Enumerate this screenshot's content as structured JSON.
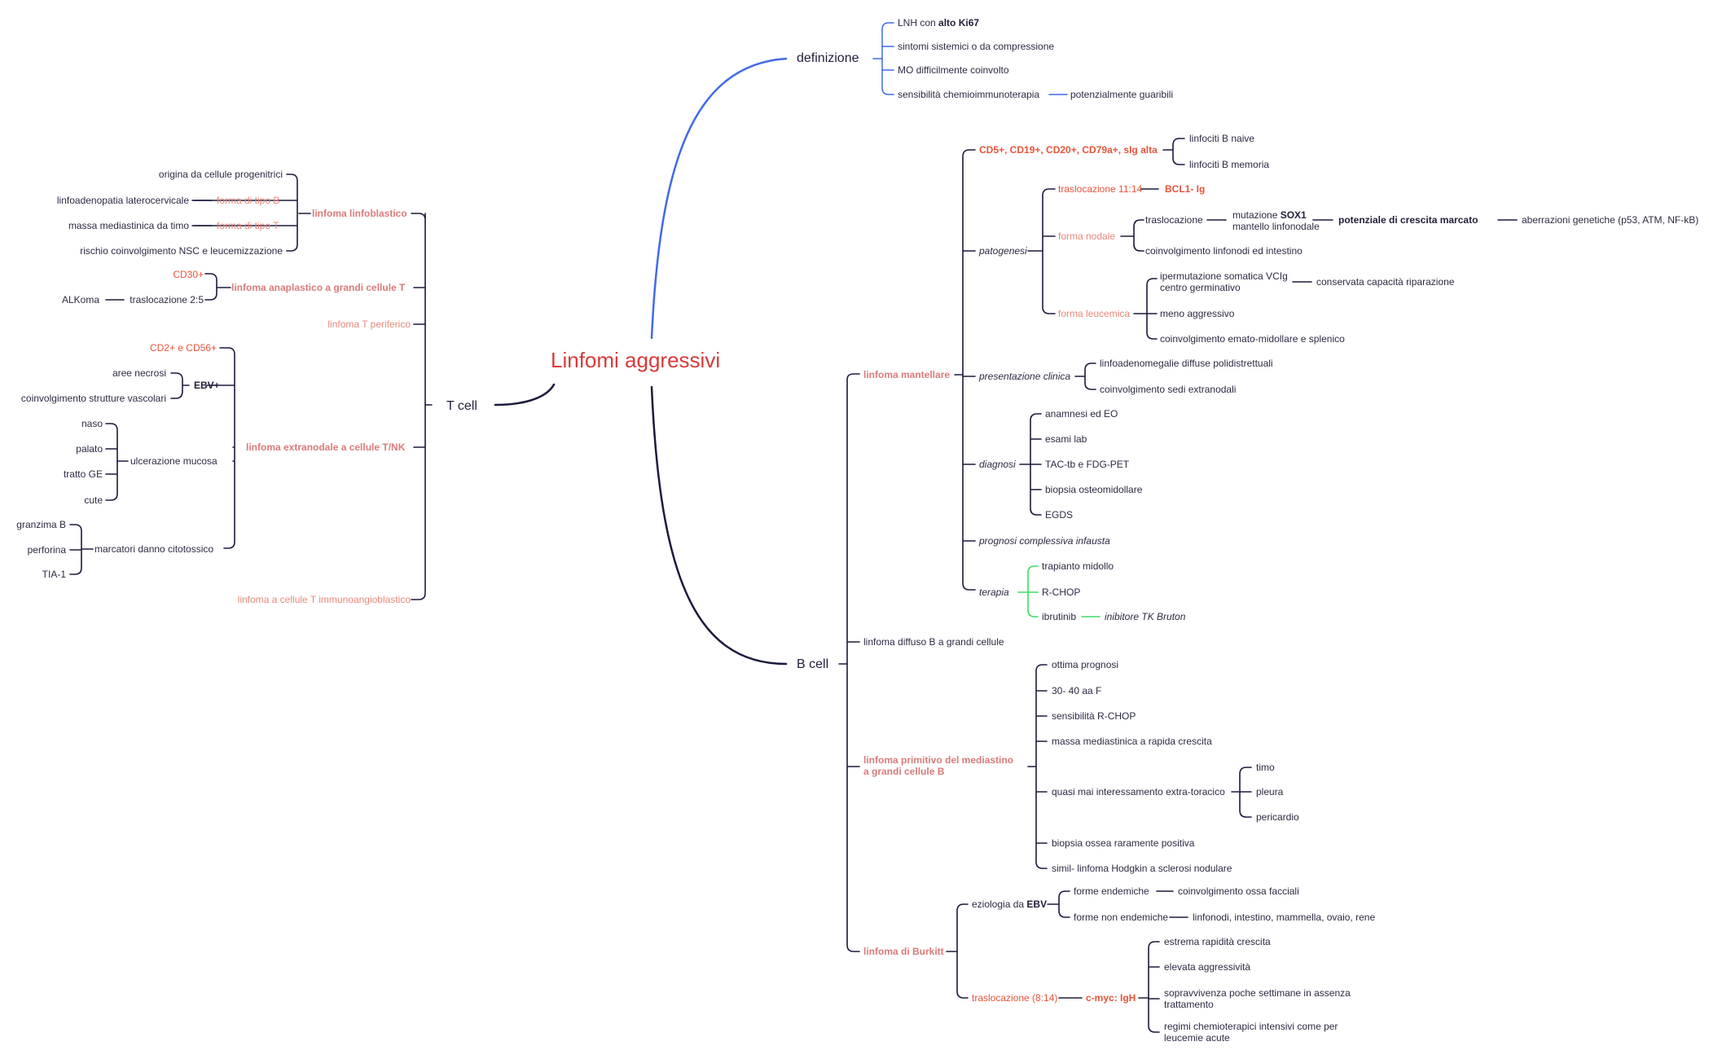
{
  "colors": {
    "navy": "#1b1b3d",
    "blue": "#4169e8",
    "green": "#3ddc60",
    "root": "#d63b3b",
    "salmon": "#e8887a",
    "red": "#e8543a"
  },
  "root": "Linfomi aggressivi",
  "definizione": {
    "title": "definizione",
    "items": [
      "LNH con",
      "alto Ki67",
      "sintomi sistemici o da compressione",
      "MO difficilmente coinvolto",
      "sensibilità chemioimmunoterapia",
      "potenzialmente guaribili"
    ]
  },
  "tcell": {
    "title": "T cell",
    "linfoblastico": {
      "title": "linfoma linfoblastico",
      "origine": "origina da cellule progenitrici",
      "tipoB": "forma di tipo B",
      "tipoB_detail": "linfoadenopatia laterocervicale",
      "tipoT": "forma di tipo T",
      "tipoT_detail": "massa mediastinica da timo",
      "rischio": "rischio coinvolgimento NSC e leucemizzazione"
    },
    "anaplastico": {
      "title": "linfoma anaplastico a grandi cellule T",
      "cd": "CD30+",
      "trasl": "traslocazione 2:5",
      "alk": "ALKoma"
    },
    "periferico": "linfoma T periferico",
    "extranodale": {
      "title": "linfoma extranodale a cellule T/NK",
      "cd": "CD2+ e CD56+",
      "ebv": "EBV+",
      "ebv_items": [
        "aree necrosi",
        "coinvolgimento strutture vascolari"
      ],
      "ulcerazione": "ulcerazione mucosa",
      "ulc_items": [
        "naso",
        "palato",
        "tratto GE",
        "cute"
      ],
      "marcatori": "marcatori danno citotossico",
      "marc_items": [
        "granzima B",
        "perforina",
        "TIA-1"
      ]
    },
    "immunoangio": "linfoma a cellule T immunoangioblastico"
  },
  "bcell": {
    "title": "B cell",
    "mantellare": {
      "title": "linfoma mantellare",
      "markers": "CD5+, CD19+, CD20+, CD79a+, sIg alta",
      "markers_items": [
        "linfociti B naive",
        "linfociti B memoria"
      ],
      "patogenesi": "patogenesi",
      "trasl1114": "traslocazione 11:14",
      "bcl1": "BCL1- Ig",
      "nodale": "forma nodale",
      "nod_trasl": "traslocazione",
      "sox1a": "mutazione",
      "sox1b": "SOX1",
      "sox1c": "mantello linfonodale",
      "potenziale": "potenziale di crescita marcato",
      "aberrazioni": "aberrazioni genetiche (p53, ATM, NF-kB)",
      "nod_coinv": "coinvolgimento linfonodi ed intestino",
      "leucemica": "forma leucemica",
      "iper": "ipermutazione somatica VCIg\ncentro germinativo",
      "conservata": "conservata capacità riparazione",
      "meno": "meno aggressivo",
      "ematomid": "coinvolgimento emato-midollare e splenico",
      "presentazione": "presentazione clinica",
      "pres_items": [
        "linfoadenomegalie diffuse polidistrettuali",
        "coinvolgimento sedi extranodali"
      ],
      "diagnosi": "diagnosi",
      "diag_items": [
        "anamnesi ed EO",
        "esami lab",
        "TAC-tb e FDG-PET",
        "biopsia osteomidollare",
        "EGDS"
      ],
      "prognosi": "prognosi complessiva infausta",
      "terapia": "terapia",
      "ter_items": [
        "trapianto midollo",
        "R-CHOP",
        "ibrutinib"
      ],
      "inibitore": "inibitore TK Bruton"
    },
    "diffuso": "linfoma diffuso B a grandi cellule",
    "mediastino": {
      "title": "linfoma primitivo del mediastino\na grandi cellule B",
      "items": [
        "ottima prognosi",
        "30- 40 aa F",
        "sensibilità R-CHOP",
        "massa mediastinica a rapida crescita",
        "quasi mai interessamento extra-toracico",
        "biopsia ossea raramente positiva",
        "simil- linfoma Hodgkin a sclerosi nodulare"
      ],
      "extra_items": [
        "timo",
        "pleura",
        "pericardio"
      ]
    },
    "burkitt": {
      "title": "linfoma di Burkitt",
      "eziologia": "eziologia da",
      "ebv": "EBV",
      "endemiche": "forme endemiche",
      "endemiche_d": "coinvolgimento ossa facciali",
      "nonendemiche": "forme non endemiche",
      "nonendemiche_d": "linfonodi, intestino, mammella, ovaio, rene",
      "trasl": "traslocazione (8:14)",
      "cmyc": "c-myc: IgH",
      "trasl_items": [
        "estrema rapidità crescita",
        "elevata aggressività",
        "sopravvivenza poche settimane in assenza\ntrattamento",
        "regimi chemioterapici intensivi come per\nleucemie acute"
      ]
    }
  }
}
